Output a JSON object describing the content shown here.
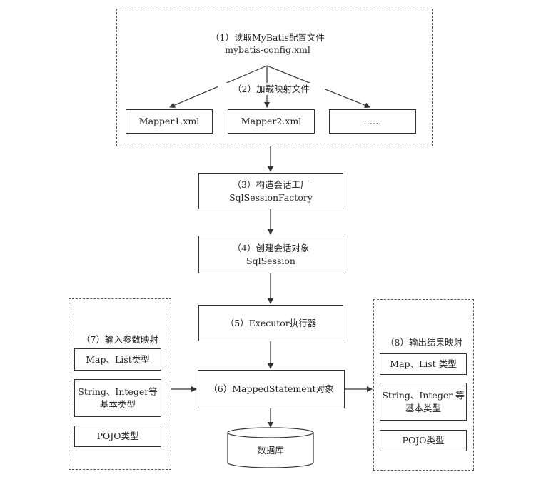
{
  "step1": {
    "line1": "（1）读取MyBatis配置文件",
    "line2": "mybatis-config.xml"
  },
  "step2": {
    "label": "（2）加载映射文件"
  },
  "mappers": [
    "Mapper1.xml",
    "Mapper2.xml",
    "……"
  ],
  "step3": {
    "line1": "（3）构造会话工厂",
    "line2": "SqlSessionFactory"
  },
  "step4": {
    "line1": "（4）创建会话对象",
    "line2": "SqlSession"
  },
  "step5": {
    "label": "（5）Executor执行器"
  },
  "step6": {
    "label": "（6）MappedStatement对象"
  },
  "database": {
    "label": "数据库"
  },
  "step7": {
    "title": "（7）输入参数映射",
    "items": [
      "Map、List类型",
      "String、Integer等",
      "基本类型",
      "POJO类型"
    ]
  },
  "step8": {
    "title": "（8）输出结果映射",
    "items": [
      "Map、List 类型",
      "String、Integer 等",
      "基本类型",
      "POJO类型"
    ]
  }
}
